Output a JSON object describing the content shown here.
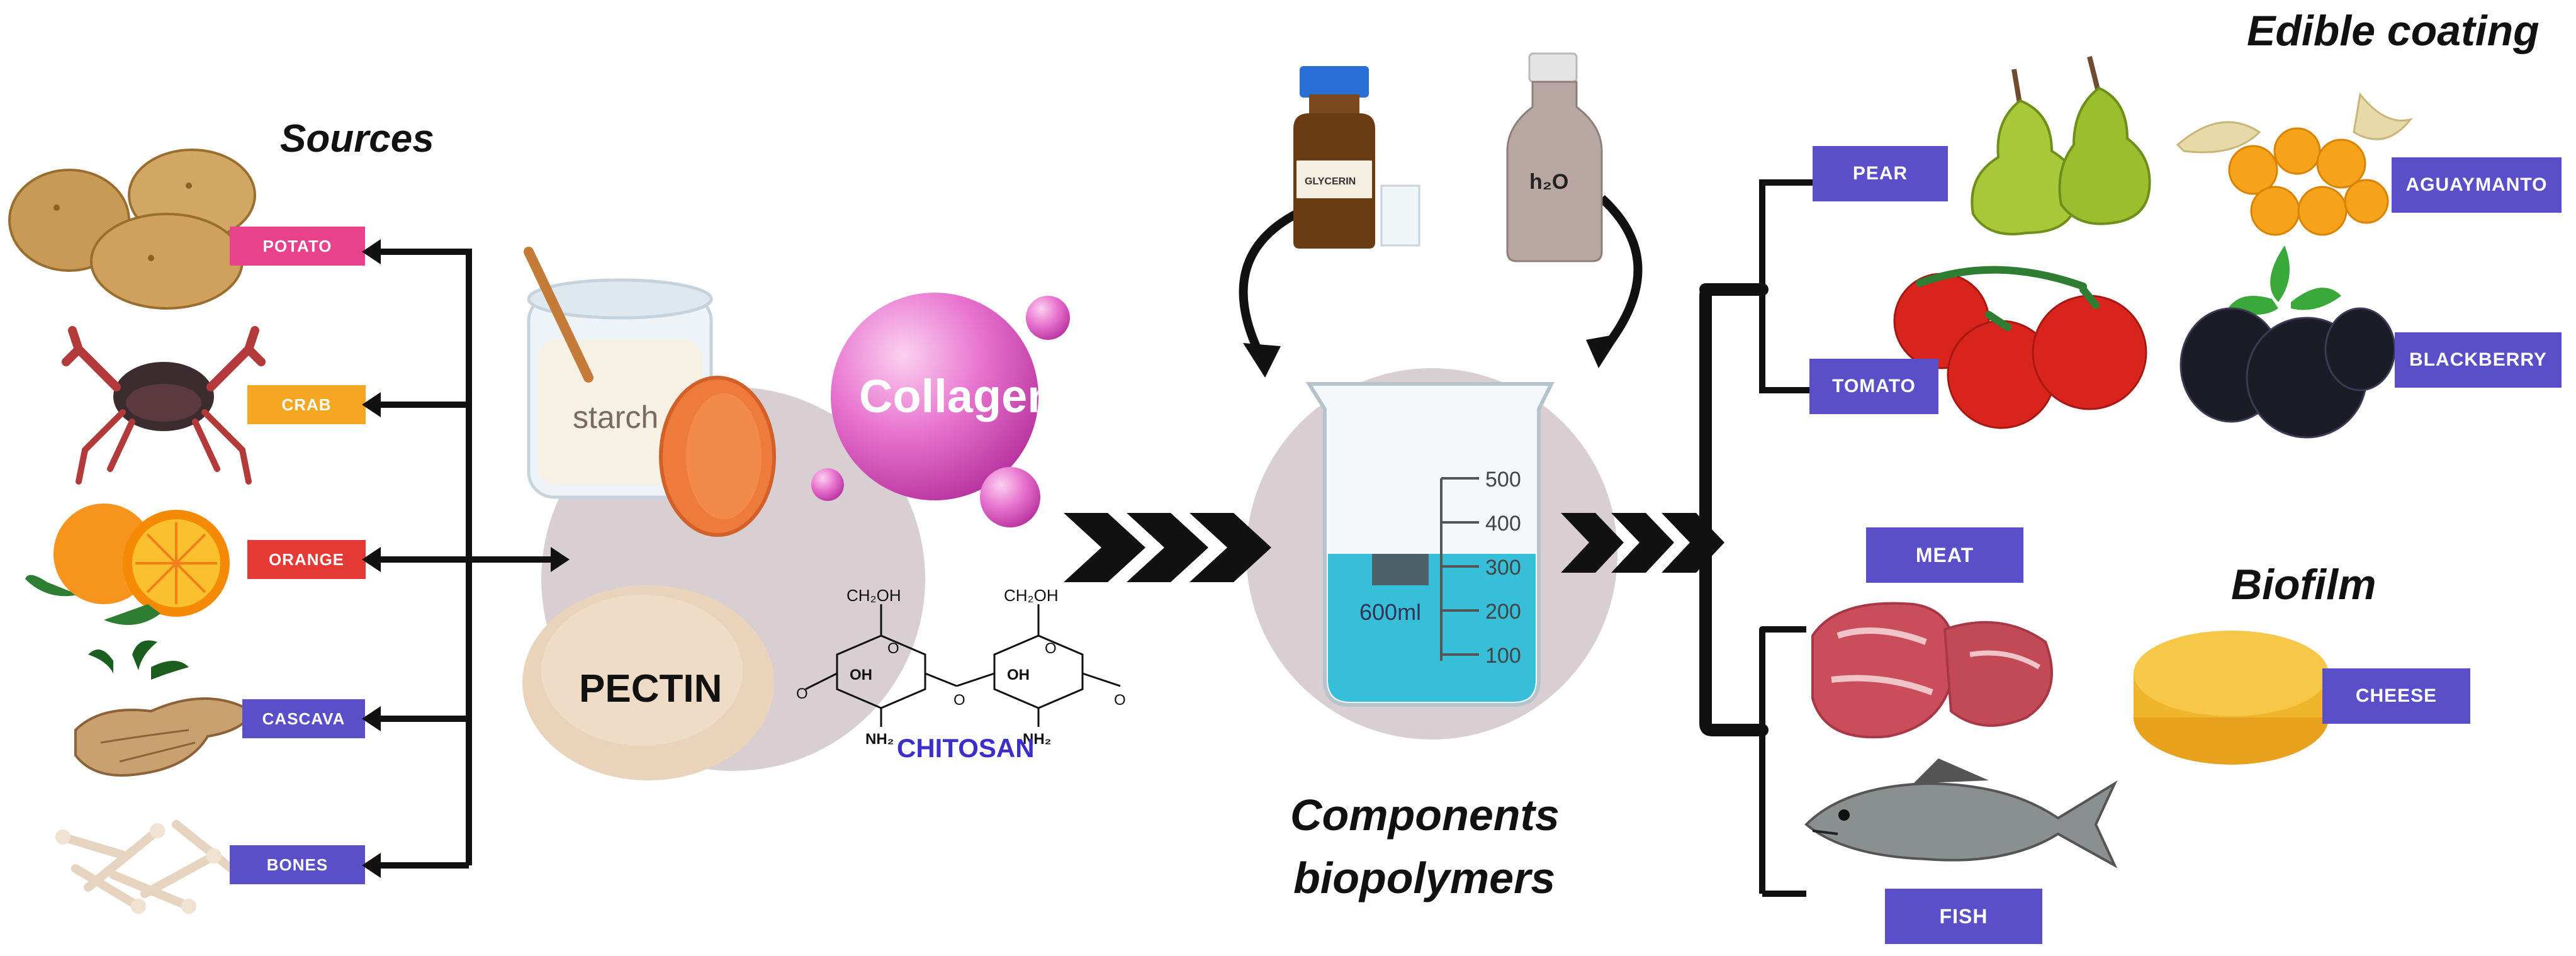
{
  "headings": {
    "sources": "Sources",
    "components_line1": "Components",
    "components_line2": "biopolymers",
    "edible_coating": "Edible coating",
    "biofilm": "Biofilm"
  },
  "sources": [
    {
      "label": "POTATO",
      "color": "#e8428c"
    },
    {
      "label": "CRAB",
      "color": "#f5a623"
    },
    {
      "label": "ORANGE",
      "color": "#e53935"
    },
    {
      "label": "CASCAVA",
      "color": "#5b4fc9"
    },
    {
      "label": "BONES",
      "color": "#5b4fc9"
    }
  ],
  "biopolymers": {
    "starch": "starch",
    "collagen": "Collagen",
    "pectin": "PECTIN",
    "chitosan": "CHITOSAN",
    "chitosan_groups": {
      "ch2oh": "CH₂OH",
      "oh": "OH",
      "nh2": "NH₂",
      "o": "O"
    }
  },
  "components": {
    "glycerin_label": "GLYCERIN",
    "water_label": "h₂O",
    "beaker_volume": "600ml",
    "beaker_marks": [
      "500",
      "400",
      "300",
      "200",
      "100"
    ]
  },
  "edible_coating": [
    {
      "label": "PEAR"
    },
    {
      "label": "AGUAYMANTO"
    },
    {
      "label": "TOMATO"
    },
    {
      "label": "BLACKBERRY"
    }
  ],
  "biofilm": [
    {
      "label": "MEAT"
    },
    {
      "label": "CHEESE"
    },
    {
      "label": "FISH"
    }
  ],
  "colors": {
    "purple_tag": "#5b4fc9",
    "circle_bg": "#d9cfd2",
    "chitosan_text": "#3a2fc8",
    "liquid": "#22b8d6"
  }
}
